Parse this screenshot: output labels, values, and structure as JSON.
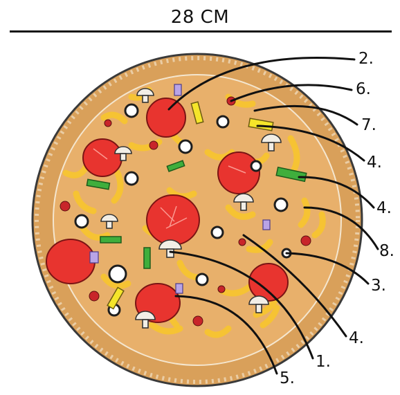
{
  "diameter_label": "28 CM",
  "labels": [
    {
      "id": "l1",
      "text": "2."
    },
    {
      "id": "l2",
      "text": "6."
    },
    {
      "id": "l3",
      "text": "7."
    },
    {
      "id": "l4",
      "text": "4."
    },
    {
      "id": "l5",
      "text": "4."
    },
    {
      "id": "l6",
      "text": "8."
    },
    {
      "id": "l7",
      "text": "3."
    },
    {
      "id": "l8",
      "text": "4."
    },
    {
      "id": "l9",
      "text": "1."
    },
    {
      "id": "l10",
      "text": "5."
    }
  ],
  "colors": {
    "crust": "#d9a05a",
    "sauce": "#e8b06b",
    "pepperoni": "#e8342f",
    "cheese": "#f7c531",
    "pepper": "#3fae3c",
    "olive": "#222222",
    "mushroom": "#f2eee6"
  }
}
